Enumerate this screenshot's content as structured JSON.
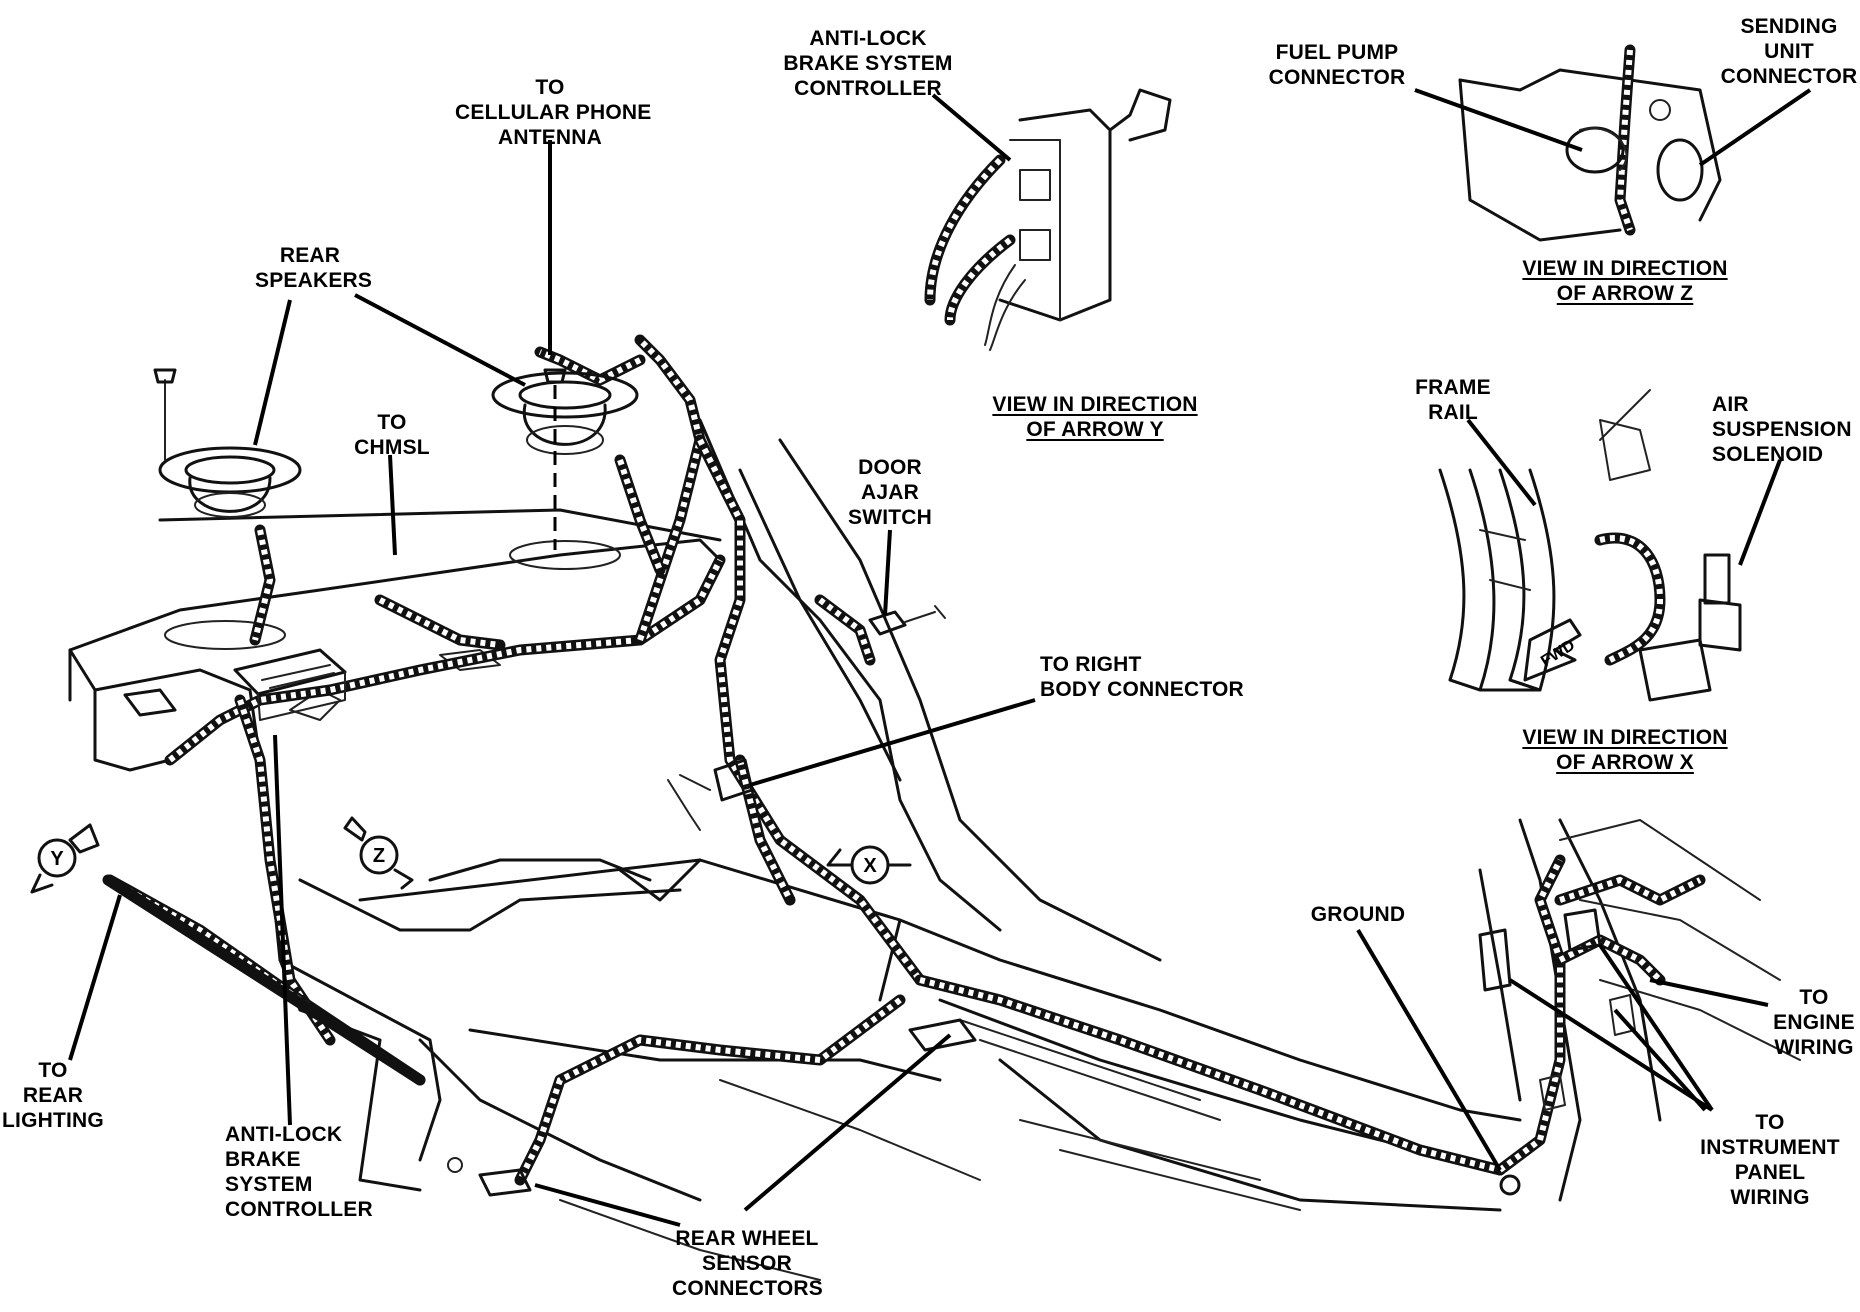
{
  "labels": {
    "cellular_antenna": [
      "TO",
      "CELLULAR PHONE",
      "ANTENNA"
    ],
    "abs_controller_top": [
      "ANTI-LOCK",
      "BRAKE SYSTEM",
      "CONTROLLER"
    ],
    "fuel_pump_connector": [
      "FUEL PUMP",
      "CONNECTOR"
    ],
    "sending_unit_connector": [
      "SENDING",
      "UNIT",
      "CONNECTOR"
    ],
    "rear_speakers": [
      "REAR",
      "SPEAKERS"
    ],
    "to_chmsl": [
      "TO",
      "CHMSL"
    ],
    "view_arrow_y": [
      "VIEW IN DIRECTION",
      "OF ARROW Y"
    ],
    "view_arrow_z": [
      "VIEW IN DIRECTION",
      "OF ARROW Z"
    ],
    "frame_rail": [
      "FRAME",
      "RAIL"
    ],
    "air_suspension_solenoid": [
      "AIR",
      "SUSPENSION",
      "SOLENOID"
    ],
    "door_ajar_switch": [
      "DOOR",
      "AJAR",
      "SWITCH"
    ],
    "right_body_connector": [
      "TO RIGHT",
      "BODY CONNECTOR"
    ],
    "view_arrow_x": [
      "VIEW IN DIRECTION",
      "OF ARROW X"
    ],
    "ground": [
      "GROUND"
    ],
    "engine_wiring": [
      "TO",
      "ENGINE",
      "WIRING"
    ],
    "rear_lighting": [
      "TO",
      "REAR",
      "LIGHTING"
    ],
    "abs_controller_bottom": [
      "ANTI-LOCK",
      "BRAKE",
      "SYSTEM",
      "CONTROLLER"
    ],
    "rear_wheel_sensor": [
      "REAR WHEEL",
      "SENSOR",
      "CONNECTORS"
    ],
    "instrument_panel_wiring": [
      "TO",
      "INSTRUMENT",
      "PANEL",
      "WIRING"
    ]
  },
  "markers": {
    "y": "Y",
    "z": "Z",
    "x": "X"
  },
  "inset_text": {
    "fwd": "FWD"
  }
}
